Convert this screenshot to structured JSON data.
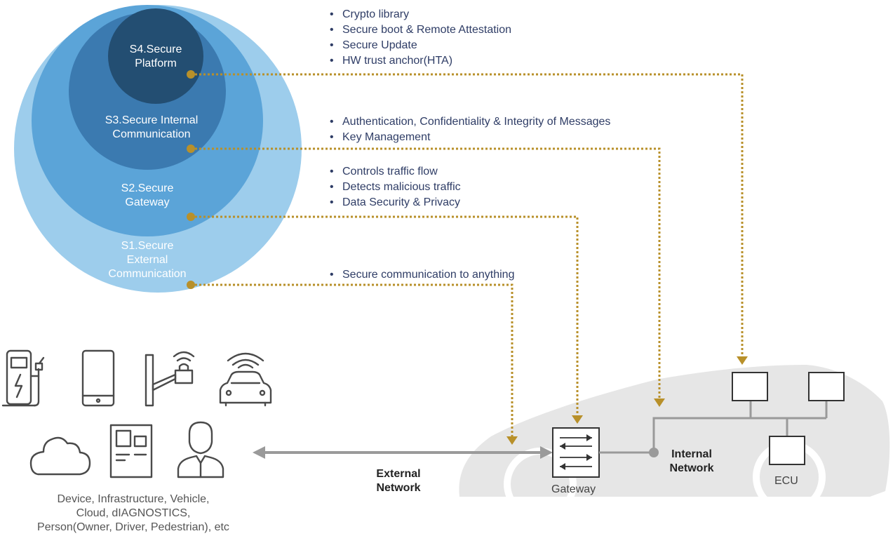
{
  "layers": [
    {
      "id": "s1",
      "label_lines": [
        "S1.Secure",
        "External",
        "Communication"
      ],
      "color": "#9dcdec"
    },
    {
      "id": "s2",
      "label_lines": [
        "S2.Secure",
        "Gateway"
      ],
      "color": "#5ba4d8"
    },
    {
      "id": "s3",
      "label_lines": [
        "S3.Secure Internal",
        "Communication"
      ],
      "color": "#3b7ab0"
    },
    {
      "id": "s4",
      "label_lines": [
        "S4.Secure",
        "Platform"
      ],
      "color": "#234e72"
    }
  ],
  "bullet_groups": {
    "s4": [
      "Crypto library",
      "Secure boot & Remote Attestation",
      "Secure Update",
      "HW trust anchor(HTA)"
    ],
    "s3": [
      "Authentication, Confidentiality & Integrity of Messages",
      "Key Management"
    ],
    "s2": [
      "Controls traffic flow",
      "Detects malicious traffic",
      "Data Security & Privacy"
    ],
    "s1": [
      "Secure communication to anything"
    ]
  },
  "devices": {
    "icons": [
      "ev-charger-icon",
      "smartphone-icon",
      "barrier-gate-icon",
      "connected-car-icon",
      "cloud-icon",
      "diagnostic-terminal-icon",
      "person-icon"
    ],
    "caption_lines": [
      "Device, Infrastructure, Vehicle,",
      "Cloud, dIAGNOSTICS,",
      "Person(Owner, Driver, Pedestrian), etc"
    ]
  },
  "network": {
    "external_lines": [
      "External",
      "Network"
    ],
    "internal_lines": [
      "Internal",
      "Network"
    ],
    "gateway_label": "Gateway",
    "ecu_label": "ECU"
  },
  "colors": {
    "connector": "#b8902a",
    "text_dark": "#2f3d66",
    "icon_stroke": "#4a4a4a",
    "car_silhouette": "#e6e6e6",
    "bus_line": "#9a9a9a"
  }
}
